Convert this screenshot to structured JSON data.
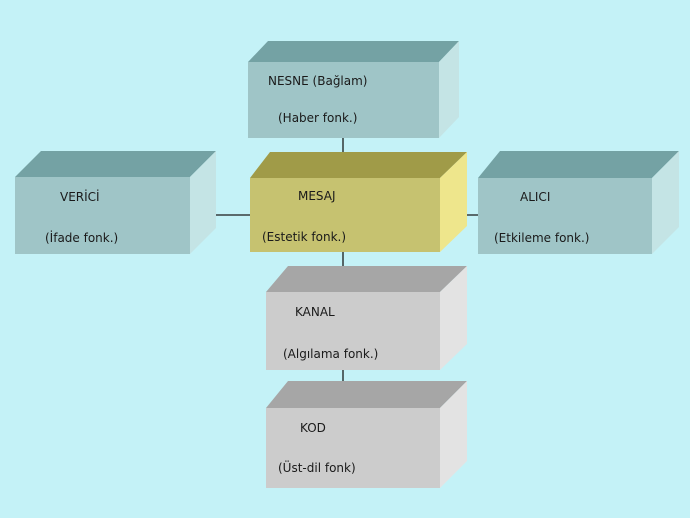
{
  "colors": {
    "background": "#c4f2f7",
    "teal_front": "#9fc5c7",
    "teal_top": "#74a2a4",
    "teal_side": "#c4e4e5",
    "gold_front": "#c6c270",
    "gold_top": "#a09b48",
    "gold_side": "#eee68c",
    "gray_front": "#cccccc",
    "gray_top": "#a6a6a6",
    "gray_side": "#e3e3e3",
    "connector": "#1a1a1a"
  },
  "boxes": {
    "nesne": {
      "title": "NESNE (Bağlam)",
      "subtitle": "(Haber fonk.)"
    },
    "verici": {
      "title": "VERİCİ",
      "subtitle": "(İfade fonk.)"
    },
    "mesaj": {
      "title": "MESAJ",
      "subtitle": "(Estetik fonk.)"
    },
    "alici": {
      "title": "ALICI",
      "subtitle": "(Etkileme fonk.)"
    },
    "kanal": {
      "title": "KANAL",
      "subtitle": "(Algılama fonk.)"
    },
    "kod": {
      "title": "KOD",
      "subtitle": "(Üst-dil fonk)"
    }
  }
}
